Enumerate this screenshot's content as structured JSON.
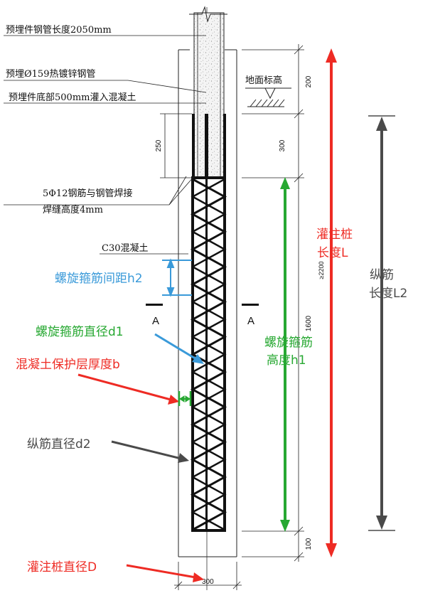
{
  "annotations_left": {
    "embedded_pipe_length": "预埋件钢管长度2050mm",
    "embedded_pipe_spec": "预埋Ø159热镀锌钢管",
    "pipe_bottom_concrete": "预埋件底部500mm灌入混凝土",
    "weld_line1": "5Φ12钢筋与钢管焊接",
    "weld_line2": "焊缝高度4mm",
    "concrete_grade": "C30混凝土",
    "ground_level": "地面标高"
  },
  "dimensions": {
    "top_200": "200",
    "embed_300": "300",
    "embed_250": "250",
    "cage_1600": "1600",
    "total_2200": "≥2200",
    "bottom_100": "100",
    "diameter_300": "300"
  },
  "section_marks": {
    "left": "A",
    "right": "A"
  },
  "parameter_labels": {
    "spiral_spacing": "螺旋箍筋间距h2",
    "spiral_diameter": "螺旋箍筋直径d1",
    "cover_thickness": "混凝土保护层厚度b",
    "long_bar_diameter": "纵筋直径d2",
    "pile_diameter": "灌注桩直径D",
    "spiral_height_line1": "螺旋箍筋",
    "spiral_height_line2": "高度h1",
    "pile_length_line1": "灌注桩",
    "pile_length_line2": "长度L",
    "long_bar_length_line1": "纵筋",
    "long_bar_length_line2": "长度L2"
  },
  "colors": {
    "blue": "#3a9ad9",
    "green": "#27a832",
    "red": "#ee2b24",
    "gray": "#4a4a4a",
    "line": "#111111"
  }
}
